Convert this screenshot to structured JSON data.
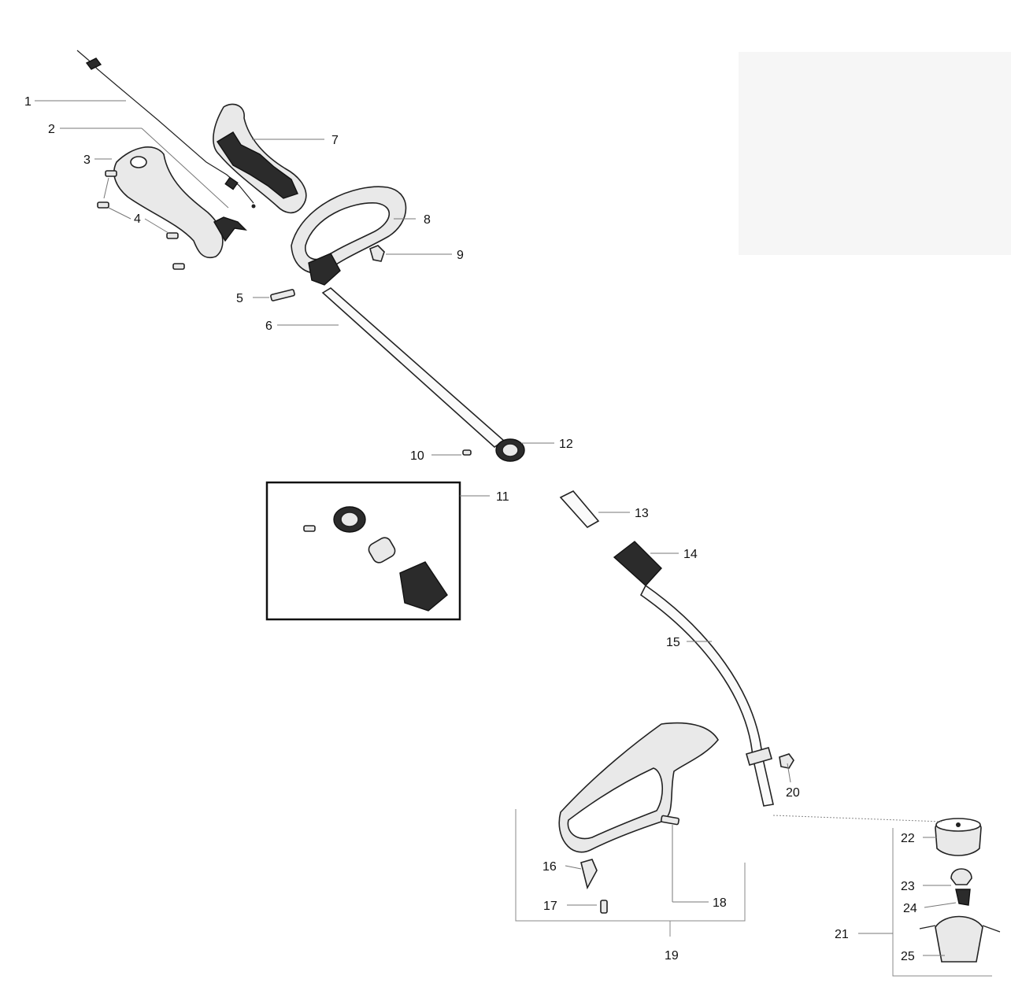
{
  "callouts": [
    "1",
    "2",
    "3",
    "4",
    "5",
    "6",
    "7",
    "8",
    "9",
    "10",
    "11",
    "12",
    "13",
    "14",
    "15",
    "16",
    "17",
    "18",
    "19",
    "20",
    "21",
    "22",
    "23",
    "24",
    "25"
  ],
  "icons": {
    "throttle_cable": "cable-icon",
    "handle_housing": "handle-housing-icon",
    "loop_handle": "loop-handle-icon",
    "upper_shaft": "shaft-icon",
    "coupler": "coupler-icon",
    "lower_shaft": "curved-shaft-icon",
    "guard": "guard-icon",
    "trimmer_head": "trimmer-head-icon"
  }
}
